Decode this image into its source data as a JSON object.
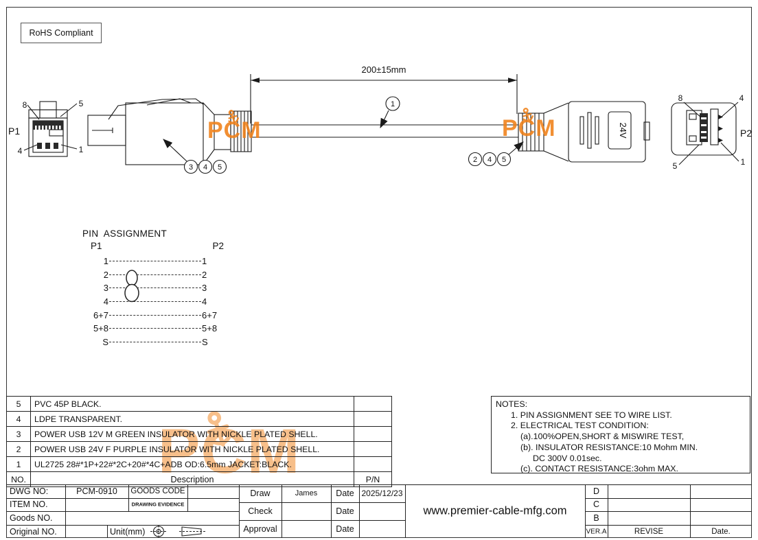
{
  "rohs": "RoHS Compliant",
  "watermark": {
    "text": "PCM"
  },
  "diagram": {
    "dimension_label": "200±15mm",
    "cable_callout": "1",
    "left_callouts": [
      "3",
      "4",
      "5"
    ],
    "right_callouts": [
      "2",
      "4",
      "5"
    ],
    "p1": {
      "label": "P1",
      "pin_top_left": "8",
      "pin_top_right": "5",
      "pin_bottom_left": "4",
      "pin_bottom_right": "1"
    },
    "p2": {
      "label": "P2",
      "pin_top_left": "8",
      "pin_top_right": "4",
      "pin_bottom_left": "5",
      "pin_bottom_right": "1"
    },
    "plug_marking": "24V"
  },
  "pin_assignment": {
    "title": "PIN  ASSIGNMENT",
    "left_header": "P1",
    "right_header": "P2",
    "twist_symbol": "8",
    "rows": [
      {
        "left": "1",
        "right": "1"
      },
      {
        "left": "2",
        "right": "2"
      },
      {
        "left": "3",
        "right": "3"
      },
      {
        "left": "4",
        "right": "4"
      },
      {
        "left": "6+7",
        "right": "6+7"
      },
      {
        "left": "5+8",
        "right": "5+8"
      },
      {
        "left": "S",
        "right": "S"
      }
    ]
  },
  "parts_table": {
    "header": {
      "no": "NO.",
      "description": "Description",
      "pn": "P/N"
    },
    "items": [
      {
        "no": "5",
        "description": "PVC 45P BLACK."
      },
      {
        "no": "4",
        "description": "LDPE TRANSPARENT."
      },
      {
        "no": "3",
        "description": "POWER USB 12V M GREEN INSULATOR WITH NICKLE PLATED SHELL."
      },
      {
        "no": "2",
        "description": "POWER USB 24V F PURPLE INSULATOR WITH NICKLE PLATED SHELL."
      },
      {
        "no": "1",
        "description": "UL2725 28#*1P+22#*2C+20#*4C+ADB OD:6.5mm JACKET:BLACK."
      }
    ]
  },
  "notes": {
    "title": "NOTES:",
    "line1": "1. PIN ASSIGNMENT SEE TO WIRE LIST.",
    "line2": "2. ELECTRICAL TEST CONDITION:",
    "line3": "(a).100%OPEN,SHORT & MISWIRE TEST,",
    "line4": "(b). INSULATOR RESISTANCE:10 Mohm MIN.",
    "line5": "DC 300V 0.01sec.",
    "line6": "(c). CONTACT RESISTANCE:3ohm MAX."
  },
  "title_block": {
    "dwg_no_label": "DWG NO:",
    "dwg_no": "PCM-0910",
    "goods_code_label": "GOODS CODE",
    "item_no_label": "ITEM NO.",
    "drawing_evidence_label": "DRAWING EVIDENCE",
    "goods_no_label": "Goods NO.",
    "original_no_label": "Original NO.",
    "unit_label": "Unit(mm)",
    "draw_label": "Draw",
    "draw_name": "James",
    "date_label": "Date",
    "draw_date": "2025/12/23",
    "check_label": "Check",
    "approval_label": "Approval",
    "website": "www.premier-cable-mfg.com",
    "rev_d": "D",
    "rev_c": "C",
    "rev_b": "B",
    "ver_label": "VER.A",
    "revise_label": "REVISE",
    "rev_date_label": "Date."
  },
  "colors": {
    "accent_orange": "#F08018",
    "line": "#1a1a1a"
  }
}
